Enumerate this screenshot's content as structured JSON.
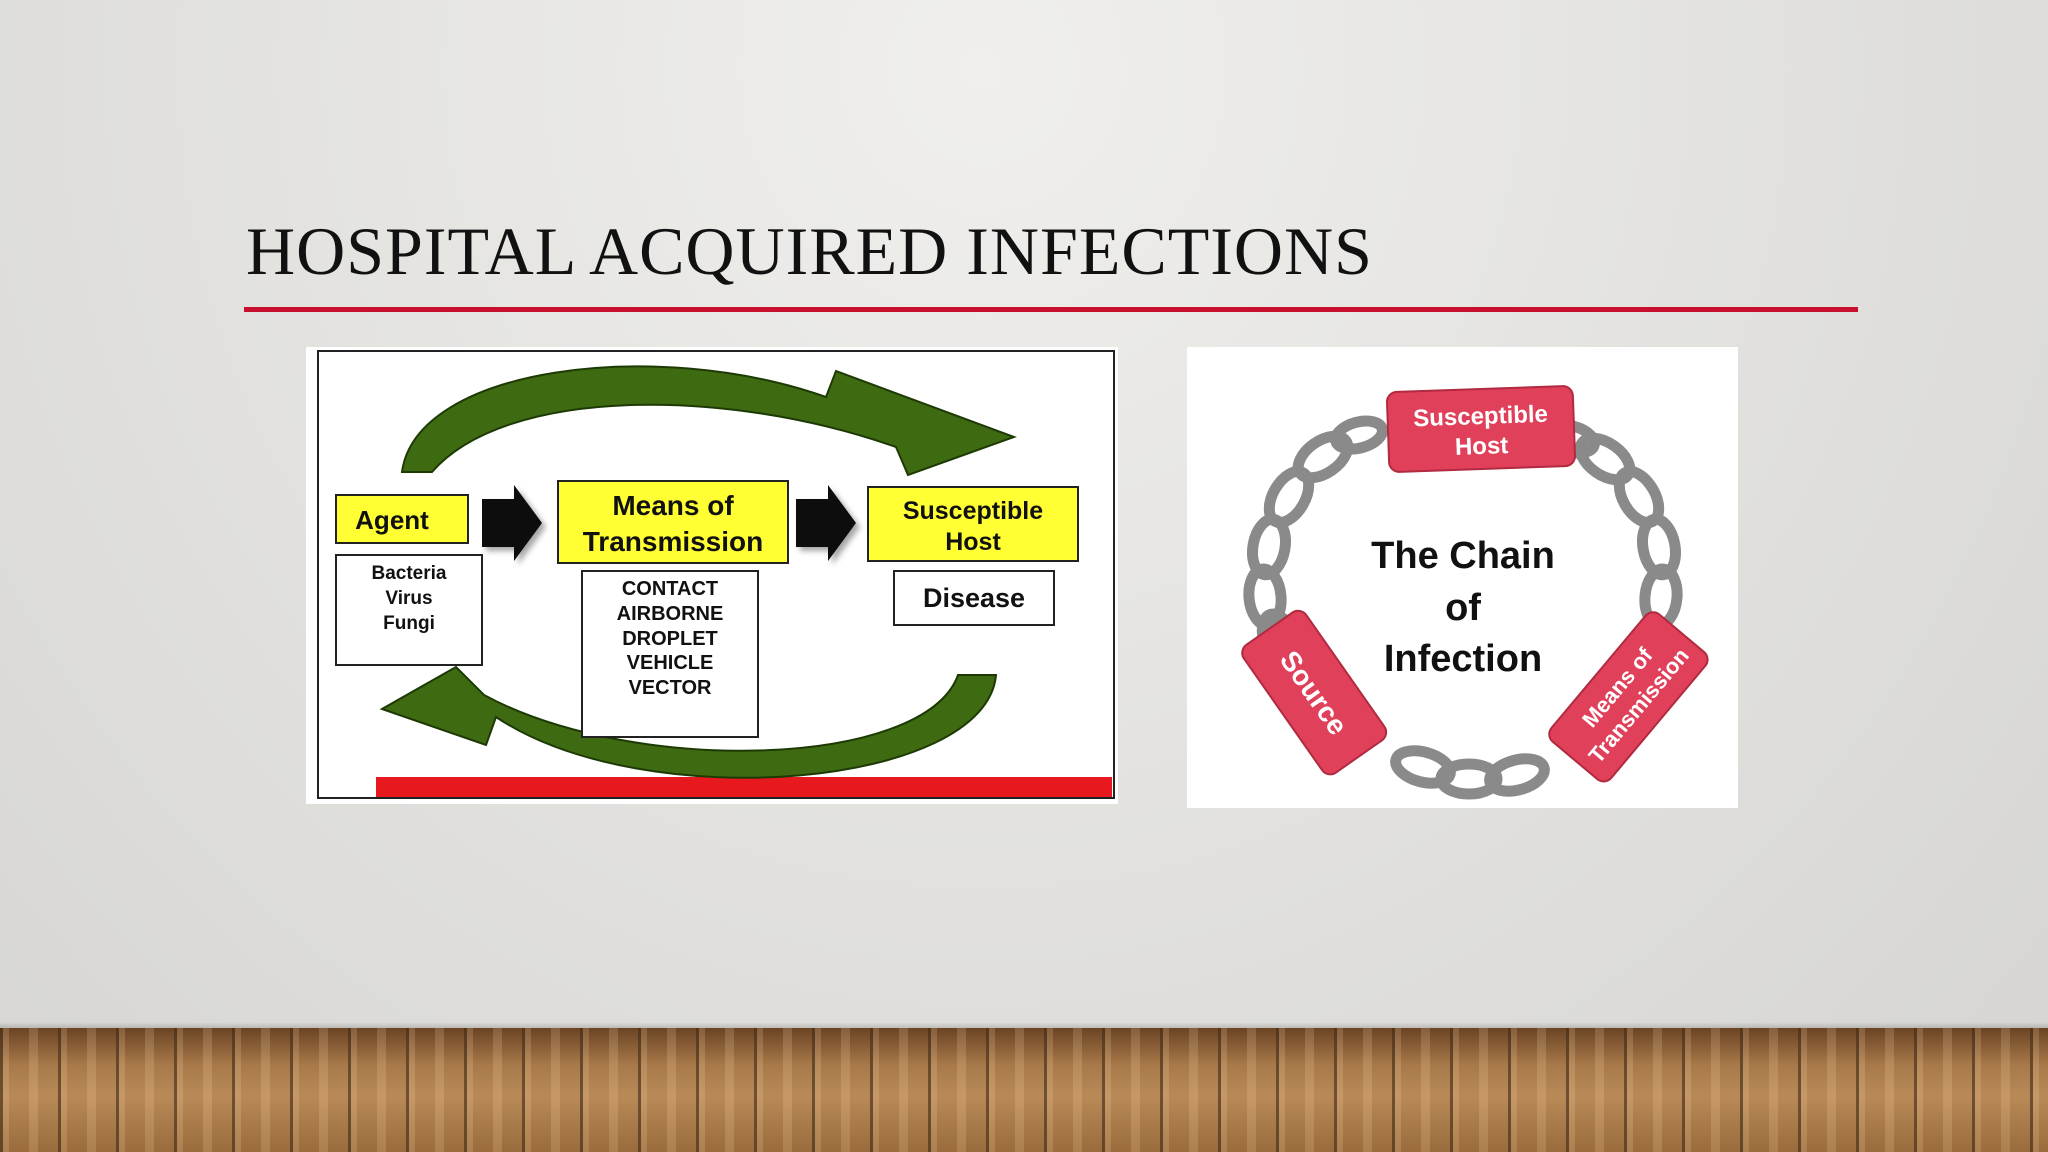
{
  "slide": {
    "title": "HOSPITAL ACQUIRED INFECTIONS"
  },
  "diagram_left": {
    "agent_label": "Agent",
    "agent_examples": [
      "Bacteria",
      "Virus",
      "Fungi"
    ],
    "transmission_label_line1": "Means of",
    "transmission_label_line2": "Transmission",
    "transmission_modes": [
      "CONTACT",
      "AIRBORNE",
      "DROPLET",
      "VEHICLE",
      "VECTOR"
    ],
    "host_label_line1": "Susceptible",
    "host_label_line2": "Host",
    "host_outcome": "Disease"
  },
  "diagram_right": {
    "center_line1": "The Chain",
    "center_line2": "of",
    "center_line3": "Infection",
    "top_link_line1": "Susceptible",
    "top_link_line2": "Host",
    "left_link": "Source",
    "right_link_line1": "Means of",
    "right_link_line2": "Transmission"
  },
  "colors": {
    "accent_red": "#c8102e",
    "box_yellow": "#ffff33",
    "arrow_green": "#3e6b12",
    "chain_link_red": "#e0405a",
    "chain_gray": "#8a8a8a"
  }
}
